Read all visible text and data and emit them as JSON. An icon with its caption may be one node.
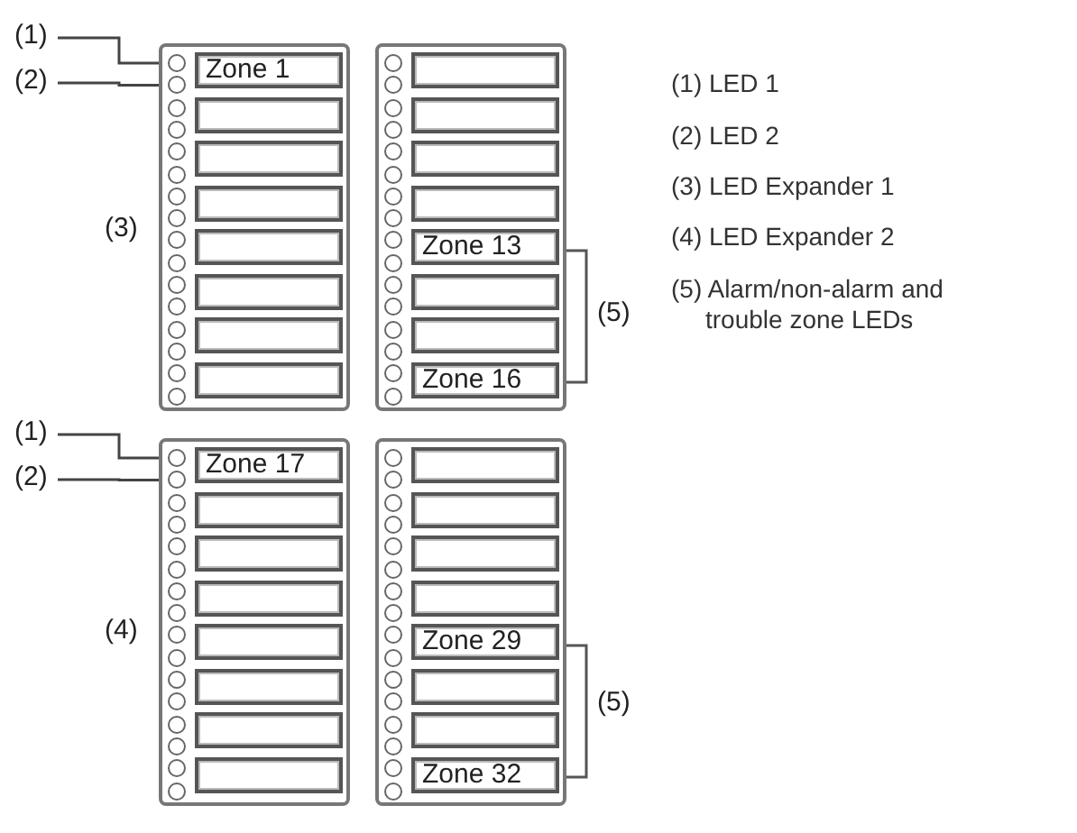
{
  "diagram": {
    "nodes": [
      {
        "text": [],
        "shape": "box"
      },
      {
        "text": [
          "Zone 1"
        ],
        "in": 0
      },
      {
        "text": [],
        "shape": "box",
        "in": 0
      },
      {
        "text": [],
        "shape": "box",
        "in": 0
      },
      {
        "text": [],
        "shape": "box",
        "in": 0
      },
      {
        "text": [],
        "shape": "box",
        "in": 0
      },
      {
        "text": [],
        "shape": "box",
        "in": 0
      },
      {
        "text": [],
        "shape": "box",
        "in": 0
      },
      {
        "text": [],
        "shape": "box",
        "in": 0
      },
      {
        "text": [],
        "shape": "box"
      },
      {
        "text": [],
        "shape": "box",
        "in": 9
      },
      {
        "text": [],
        "shape": "box",
        "in": 9
      },
      {
        "text": [],
        "shape": "box",
        "in": 9
      },
      {
        "text": [],
        "shape": "box",
        "in": 9
      },
      {
        "text": [
          "Zone 13"
        ],
        "in": 9
      },
      {
        "text": [],
        "shape": "box",
        "in": 9
      },
      {
        "text": [],
        "shape": "box",
        "in": 9
      },
      {
        "text": [
          "Zone 16"
        ],
        "in": 9
      },
      {
        "text": [],
        "shape": "box"
      },
      {
        "text": [
          "Zone 17"
        ],
        "in": 18
      },
      {
        "text": [],
        "shape": "box",
        "in": 18
      },
      {
        "text": [],
        "shape": "box",
        "in": 18
      },
      {
        "text": [],
        "shape": "box",
        "in": 18
      },
      {
        "text": [],
        "shape": "box",
        "in": 18
      },
      {
        "text": [],
        "shape": "box",
        "in": 18
      },
      {
        "text": [],
        "shape": "box",
        "in": 18
      },
      {
        "text": [],
        "shape": "box",
        "in": 18
      },
      {
        "text": [],
        "shape": "box"
      },
      {
        "text": [],
        "shape": "box",
        "in": 27
      },
      {
        "text": [],
        "shape": "box",
        "in": 27
      },
      {
        "text": [],
        "shape": "box",
        "in": 27
      },
      {
        "text": [],
        "shape": "box",
        "in": 27
      },
      {
        "text": [
          "Zone 29"
        ],
        "in": 27
      },
      {
        "text": [],
        "shape": "box",
        "in": 27
      },
      {
        "text": [],
        "shape": "box",
        "in": 27
      },
      {
        "text": [
          "Zone 32"
        ],
        "in": 27
      },
      {
        "text": [
          "(1)"
        ]
      },
      {
        "text": [
          "(2)"
        ]
      },
      {
        "text": [],
        "shape": "circle",
        "in": 0
      },
      {
        "text": [],
        "shape": "circle",
        "in": 0
      },
      {
        "text": [
          "(1)"
        ]
      },
      {
        "text": [
          "(2)"
        ]
      },
      {
        "text": [],
        "shape": "circle",
        "in": 18
      },
      {
        "text": [],
        "shape": "circle",
        "in": 18
      },
      {
        "text": [],
        "shape": "circle",
        "in": 0
      },
      {
        "text": [],
        "shape": "circle",
        "in": 0
      },
      {
        "text": [],
        "shape": "circle",
        "in": 0
      },
      {
        "text": [],
        "shape": "circle",
        "in": 0
      },
      {
        "text": [],
        "shape": "circle",
        "in": 0
      },
      {
        "text": [],
        "shape": "circle",
        "in": 0
      },
      {
        "text": [],
        "shape": "circle",
        "in": 0
      },
      {
        "text": [],
        "shape": "circle",
        "in": 0
      },
      {
        "text": [],
        "shape": "circle",
        "in": 0
      },
      {
        "text": [],
        "shape": "circle",
        "in": 0
      },
      {
        "text": [],
        "shape": "circle",
        "in": 0
      },
      {
        "text": [],
        "shape": "circle",
        "in": 0
      },
      {
        "text": [],
        "shape": "circle",
        "in": 0
      },
      {
        "text": [],
        "shape": "circle",
        "in": 0
      },
      {
        "text": [],
        "shape": "circle",
        "in": 9
      },
      {
        "text": [],
        "shape": "circle",
        "in": 9
      },
      {
        "text": [],
        "shape": "circle",
        "in": 9
      },
      {
        "text": [],
        "shape": "circle",
        "in": 9
      },
      {
        "text": [],
        "shape": "circle",
        "in": 9
      },
      {
        "text": [],
        "shape": "circle",
        "in": 9
      },
      {
        "text": [],
        "shape": "circle",
        "in": 9
      },
      {
        "text": [],
        "shape": "circle",
        "in": 9
      },
      {
        "text": [],
        "shape": "circle",
        "in": 9
      },
      {
        "text": [],
        "shape": "circle",
        "in": 9
      },
      {
        "text": [],
        "shape": "circle",
        "in": 9
      },
      {
        "text": [],
        "shape": "circle",
        "in": 9
      },
      {
        "text": [],
        "shape": "circle",
        "in": 9
      },
      {
        "text": [],
        "shape": "circle",
        "in": 9
      },
      {
        "text": [],
        "shape": "circle",
        "in": 9
      },
      {
        "text": [],
        "shape": "circle",
        "in": 9
      },
      {
        "text": [],
        "shape": "circle",
        "in": 18
      },
      {
        "text": [],
        "shape": "circle",
        "in": 18
      },
      {
        "text": [],
        "shape": "circle",
        "in": 18
      },
      {
        "text": [],
        "shape": "circle",
        "in": 18
      },
      {
        "text": [],
        "shape": "circle",
        "in": 18
      },
      {
        "text": [],
        "shape": "circle",
        "in": 18
      },
      {
        "text": [],
        "shape": "circle",
        "in": 18
      },
      {
        "text": [],
        "shape": "circle",
        "in": 18
      },
      {
        "text": [],
        "shape": "circle",
        "in": 18
      },
      {
        "text": [],
        "shape": "circle",
        "in": 18
      },
      {
        "text": [],
        "shape": "circle",
        "in": 18
      },
      {
        "text": [],
        "shape": "circle",
        "in": 18
      },
      {
        "text": [],
        "shape": "circle",
        "in": 18
      },
      {
        "text": [],
        "shape": "circle",
        "in": 18
      },
      {
        "text": [],
        "shape": "circle",
        "in": 27
      },
      {
        "text": [],
        "shape": "circle",
        "in": 27
      },
      {
        "text": [],
        "shape": "circle",
        "in": 27
      },
      {
        "text": [],
        "shape": "circle",
        "in": 27
      },
      {
        "text": [],
        "shape": "circle",
        "in": 27
      },
      {
        "text": [],
        "shape": "circle",
        "in": 27
      },
      {
        "text": [],
        "shape": "circle",
        "in": 27
      },
      {
        "text": [],
        "shape": "circle",
        "in": 27
      },
      {
        "text": [],
        "shape": "circle",
        "in": 27
      },
      {
        "text": [],
        "shape": "circle",
        "in": 27
      },
      {
        "text": [],
        "shape": "circle",
        "in": 27
      },
      {
        "text": [],
        "shape": "circle",
        "in": 27
      },
      {
        "text": [],
        "shape": "circle",
        "in": 27
      },
      {
        "text": [],
        "shape": "circle",
        "in": 27
      },
      {
        "text": [],
        "shape": "circle",
        "in": 27
      },
      {
        "text": [],
        "shape": "circle",
        "in": 27
      }
    ],
    "edges": [
      {
        "from": 36,
        "to": 38,
        "arrow": "none"
      },
      {
        "from": 37,
        "to": 39,
        "arrow": "none"
      },
      {
        "from": 40,
        "to": 42,
        "arrow": "none"
      },
      {
        "from": 41,
        "to": 43,
        "arrow": "none"
      }
    ],
    "labels": [
      "(3)",
      "(5)",
      "(1) LED 1",
      "(2) LED 2",
      "(3) LED Expander 1",
      "(4) LED Expander 2",
      "(5) Alarm/non-alarm and trouble zone LEDs",
      "(4)",
      "(5)"
    ]
  }
}
